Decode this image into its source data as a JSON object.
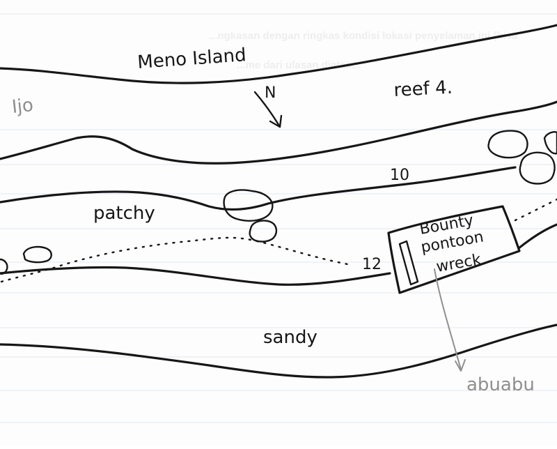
{
  "sheet": {
    "bleed_through_lines": [
      "...ngkasan dengan ringkas kondisi lokasi penyelaman ini (bisa",
      "...me dari ulasan diatas..."
    ]
  },
  "labels": {
    "island": "Meno Island",
    "north": "N",
    "reef": "reef 4.",
    "ijo": "Ijo",
    "depth_10": "10",
    "depth_12": "12",
    "patchy": "patchy",
    "sandy": "sandy",
    "wreck_line_1": "Bounty",
    "wreck_line_2": "pontoon",
    "wreck_line_3": "wreck",
    "abuabu": "abuabu"
  },
  "colors": {
    "ink": "#161616",
    "pencil": "#8f8f8f",
    "paper": "#fdfdfd",
    "ruling": "#e7ecf1",
    "bleed": "#eeeeee"
  }
}
